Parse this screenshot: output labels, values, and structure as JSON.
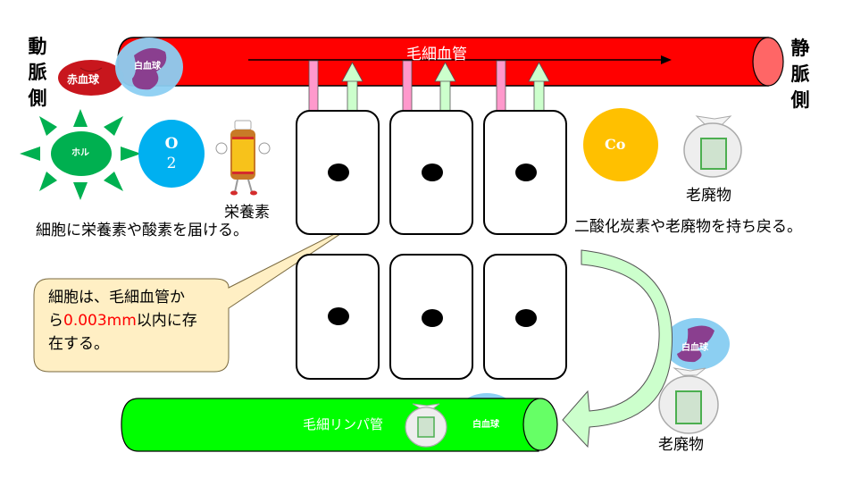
{
  "diagram": {
    "artery_side": [
      "動",
      "脈",
      "側"
    ],
    "vein_side": [
      "静",
      "脈",
      "側"
    ],
    "capillary_label": "毛細血管",
    "lymph_label": "毛細リンパ管",
    "red_blood_cell": "赤血球",
    "white_blood_cell": "白血球",
    "hormone": "ホル",
    "oxygen": [
      "O",
      "2"
    ],
    "carbon": "Co",
    "nutrient": "栄養素",
    "waste": "老廃物",
    "deliver_text": "細胞に栄養素や酸素を届ける。",
    "return_text": "二酸化炭素や老廃物を持ち戻る。",
    "callout": {
      "line1": "細胞は、毛細血管か",
      "line2_prefix": "ら",
      "line2_highlight": "0.003mm",
      "line2_suffix": "以内に存",
      "line3": "在する。"
    },
    "colors": {
      "capillary": "#ff0000",
      "capillary_end": "#ff6666",
      "lymph": "#00ff00",
      "lymph_end": "#66ff66",
      "down_arrow": "#ff99cc",
      "up_arrow": "#ccffcc",
      "hormone": "#00b050",
      "oxygen": "#00b0f0",
      "carbon": "#ffc000",
      "callout_bg": "#ffefc4",
      "highlight": "#ff0000"
    }
  }
}
